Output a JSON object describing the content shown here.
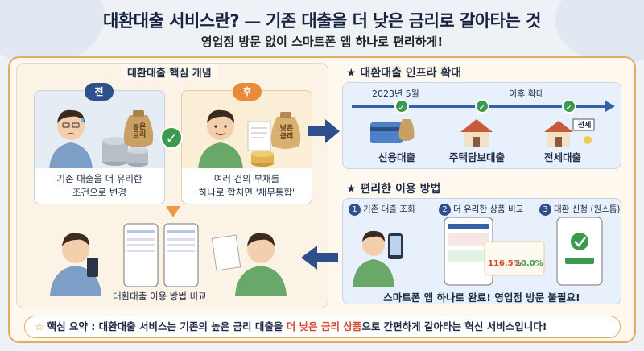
{
  "header": {
    "title_main": "대환대출 서비스란?",
    "title_dash": " — ",
    "title_sub": "기존 대출을 더 낮은 금리로 갈아타는 것",
    "subtitle": "영업점 방문 없이 스마트폰 앱 하나로 편리하게!"
  },
  "core_concept": {
    "title": "대환대출 핵심 개념",
    "before_tag": "전",
    "after_tag": "후",
    "before_bag_label": "높은\n금리",
    "after_bag_label": "낮은\n금리",
    "before_text_1": "기존 대출을 더 유리한",
    "before_text_2": "조건으로 변경",
    "after_text_1": "여러 건의 부채를",
    "after_text_2": "하나로 합치면 '채무통합'",
    "compare_label": "대환대출 이용 방법 비교"
  },
  "infra": {
    "title": "★ 대환대출 인프라 확대",
    "timeline_start": "2023년 5월",
    "timeline_later": "이후 확대",
    "items": [
      "신용대출",
      "주택담보대출",
      "전세대출"
    ],
    "jeonse_sign": "전세"
  },
  "usage": {
    "title": "★ 편리한 이용 방법",
    "steps": [
      {
        "num": "1",
        "label": "기존 대출 조회"
      },
      {
        "num": "2",
        "label": "더 유리한 상품 비교"
      },
      {
        "num": "3",
        "label": "대환 신청 (원스톱)"
      }
    ],
    "rate_high": "116.5%",
    "rate_low": "10.0%",
    "footer": "스마트폰 앱 하나로 완료! 영업점 방문 불필요!"
  },
  "summary": {
    "prefix": "핵심 요약 : 대환대출 서비스는 기존의 높은 금리 대출을 ",
    "highlight": "더 낮은 금리 상품",
    "suffix": "으로 간편하게 갈아타는 혁신 서비스입니다!"
  },
  "colors": {
    "frame": "#e2ad63",
    "navy": "#1f2a44",
    "green": "#3a9a4e",
    "orange": "#ec9a47",
    "highlight": "#d4472d",
    "blue_line": "#3561a8"
  }
}
